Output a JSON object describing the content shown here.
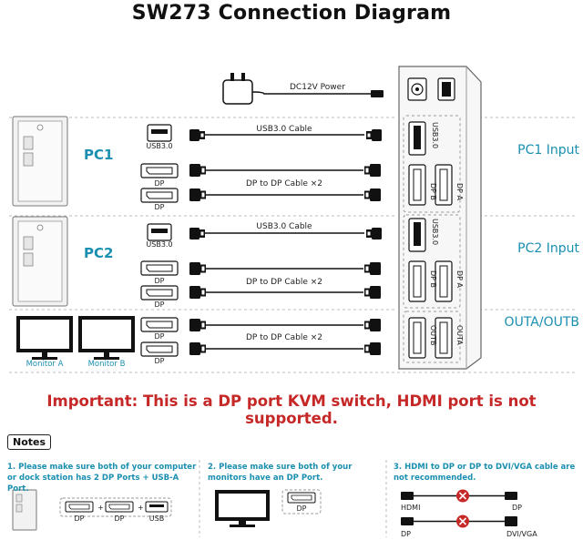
{
  "title": "SW273 Connection Diagram",
  "power": {
    "label": "DC12V Power"
  },
  "pc1": {
    "label": "PC1",
    "usb_port": "USB3.0",
    "dp_port_a": "DP",
    "dp_port_b": "DP"
  },
  "pc2": {
    "label": "PC2",
    "usb_port": "USB3.0",
    "dp_port_a": "DP",
    "dp_port_b": "DP"
  },
  "monitors": {
    "monitor_a": "Monitor A",
    "monitor_b": "Monitor B",
    "dp_port_a": "DP",
    "dp_port_b": "DP"
  },
  "cables": {
    "usb1": "USB3.0 Cable",
    "dp1": "DP to DP Cable ×2",
    "usb2": "USB3.0 Cable",
    "dp2": "DP to DP Cable ×2",
    "dp3": "DP to DP Cable ×2"
  },
  "switch_ports": {
    "usb1": "USB3.0",
    "dpb1": "DP B",
    "dpa1": "DP A",
    "usb2": "USB3.0",
    "dpb2": "DP B",
    "dpa2": "DP A",
    "outb": "OUTB",
    "outa": "OUTA"
  },
  "right_labels": {
    "pc1_input": "PC1 Input",
    "pc2_input": "PC2 Input",
    "outputs": "OUTA/OUTB"
  },
  "important": "Important: This is a DP port KVM switch, HDMI port is not supported.",
  "notes": {
    "title": "Notes",
    "note1": "1. Please make sure both of your computer or dock station has 2 DP Ports + USB-A Port.",
    "note2": "2. Please make sure both of your monitors have an DP Port.",
    "note3": "3. HDMI to DP or DP to DVI/VGA cable are not recommended.",
    "note1_ports": [
      "DP",
      "DP",
      "USB"
    ],
    "note2_port": "DP",
    "note3_row1": [
      "HDMI",
      "DP"
    ],
    "note3_row2": [
      "DP",
      "DVI/VGA"
    ]
  }
}
